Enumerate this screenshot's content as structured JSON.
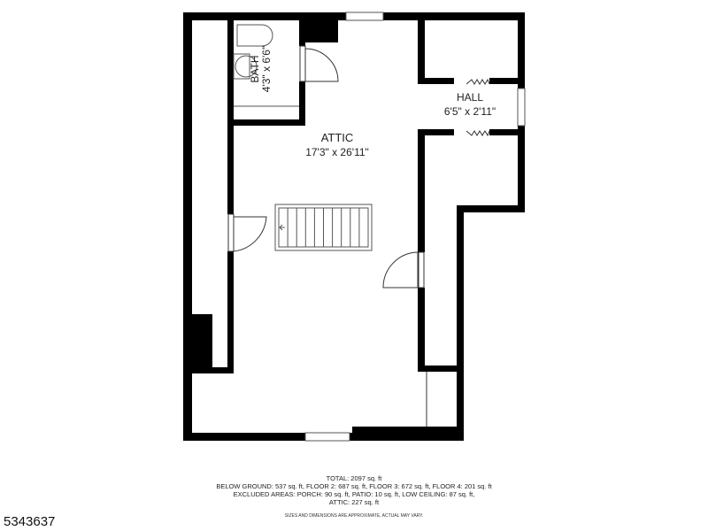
{
  "rooms": [
    {
      "name": "ATTIC",
      "dimensions": "17'3\" x 26'11\""
    },
    {
      "name": "HALL",
      "dimensions": "6'5\" x 2'11\""
    },
    {
      "name": "BATH",
      "dimensions": "4'3\" x 6'6\""
    }
  ],
  "summary": {
    "total": "TOTAL: 2097 sq. ft",
    "floors": "BELOW GROUND: 537 sq. ft, FLOOR 2: 687 sq. ft, FLOOR 3: 672 sq. ft, FLOOR 4: 201 sq. ft",
    "excluded": "EXCLUDED AREAS: PORCH: 90 sq. ft, PATIO: 10 sq. ft, LOW CEILING: 87 sq. ft,",
    "attic": "ATTIC: 227 sq. ft",
    "disclaimer": "SIZES AND DIMENSIONS ARE APPROXIMATE, ACTUAL MAY VARY."
  },
  "listing_id": "5343637",
  "colors": {
    "wall": "#000000",
    "background": "#ffffff"
  }
}
